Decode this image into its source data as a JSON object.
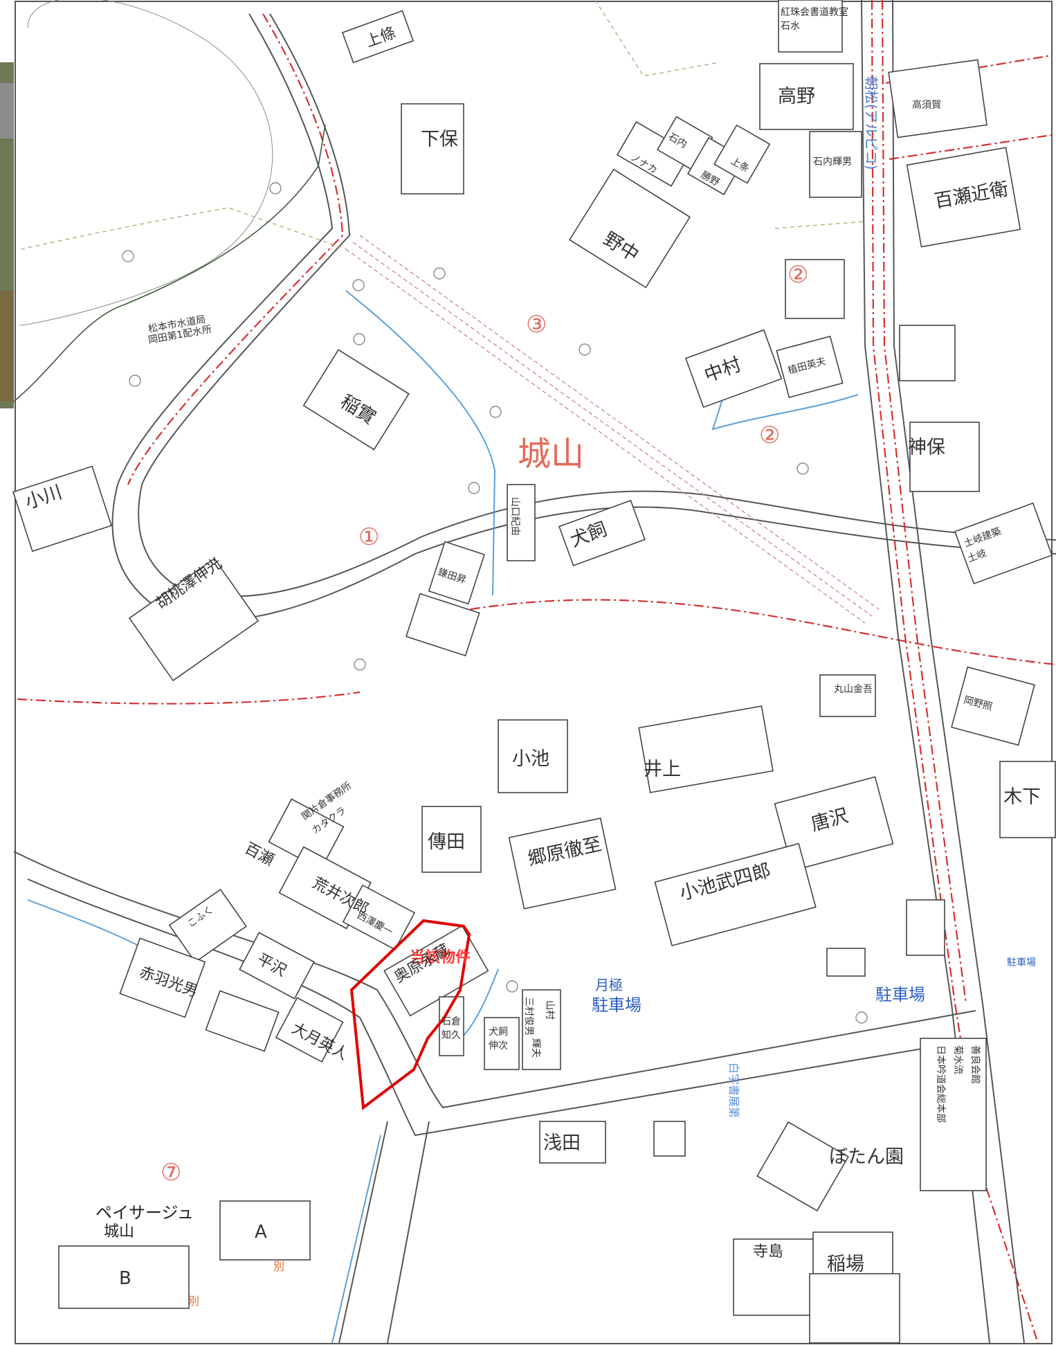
{
  "map": {
    "district_label": "城山",
    "target_label": "当該物件",
    "zone_markers": [
      "①",
      "②",
      "②",
      "③",
      "⑦"
    ],
    "buildings": {
      "kamijo_top": "上條",
      "calligraphy_school": "紅珠会書道教室",
      "calligraphy_school_sub": "石水",
      "takano": "高野",
      "takasuga": "高須賀",
      "alpico": "朝松(アルピコ)",
      "shimoho": "下保",
      "ishiuchi": "石内輝男",
      "momose_konoe": "百瀬近衛",
      "nonaka": "野中",
      "noguchi": "ノナカ",
      "katsuno": "勝野",
      "kamijo2": "上条",
      "ishiuchi_small": "石内",
      "water_bureau": "松本市水道局",
      "water_bureau_sub": "岡田第1配水所",
      "nakamura": "中村",
      "ueda": "植田英夫",
      "inazumi": "稲實",
      "kamiho": "神保",
      "ogawa": "小川",
      "yamaguchi": "山口紀由",
      "inukai": "犬飼",
      "toki": "土岐建築",
      "toki_sub": "土岐",
      "kamata": "鎌田昇",
      "kosaka": "胡桃澤伸光",
      "maruyama": "丸山金吾",
      "okano": "岡野照",
      "koike": "小池",
      "inoue": "井上",
      "clinic": "関片倉事務所",
      "clinic_sub": "カタクラ",
      "momose": "百瀬",
      "denda": "傳田",
      "gouhara": "郷原徹至",
      "karasawa": "唐沢",
      "kinoshita": "木下",
      "arai": "荒井次郎",
      "nishizawa": "西澤慶一",
      "kofuku": "こふく",
      "akazawa": "赤羽光男",
      "hirasawa": "平沢",
      "koike_takeshiro": "小池武四郎",
      "parking": "駐車場",
      "parking_right": "駐車場",
      "okuhara": "奥原永蔵",
      "yamamura": "山村",
      "yamamura2": "輝夫",
      "mikatsu": "三村俊男",
      "inukai2": "犬飼",
      "inukai2_sub": "伸次",
      "ishikura": "石倉",
      "ishikura_sub": "知久",
      "monthly_parking": "月極",
      "monthly_parking_sub": "駐車場",
      "otsuki": "大月英人",
      "zenko": "善良会館",
      "kikusui": "菊水流",
      "nihon_shigin": "日本吟道会総本部",
      "asada": "浅田",
      "botanen": "ぼたん園",
      "jihinsha": "白字書展第",
      "peisage": "ペイサージュ",
      "peisage_sub": "城山",
      "bldg_a": "A",
      "bldg_b": "B",
      "betsu": "別",
      "betsu2": "別",
      "terashima": "寺島",
      "inaba": "稲場"
    },
    "colors": {
      "boundary_red": "#d43030",
      "target_red": "#e00000",
      "zone_red": "#e26a5a",
      "water_blue": "#5aa0d8",
      "orange": "#e07030"
    }
  }
}
